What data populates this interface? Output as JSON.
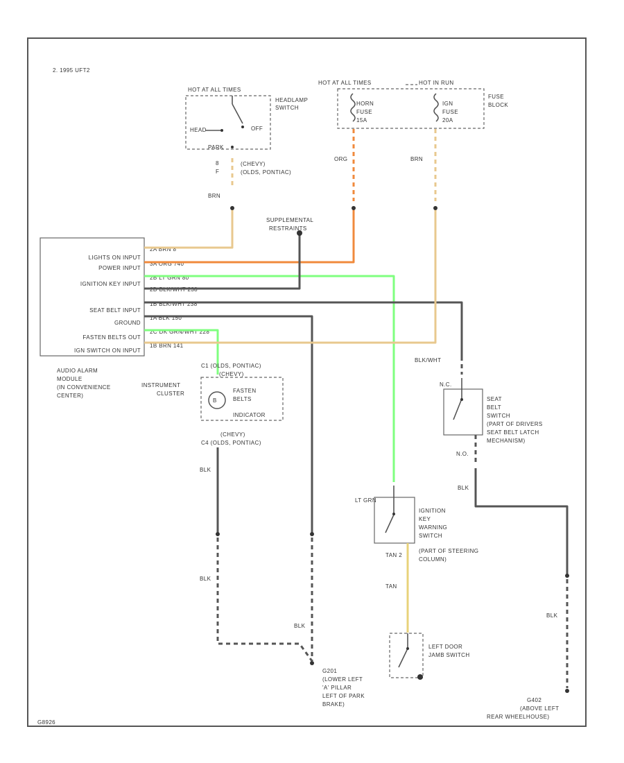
{
  "colors": {
    "border": "#555555",
    "wire_grn": "#7fff7f",
    "wire_org": "#f08a3c",
    "wire_brn": "#e8c88e",
    "wire_tan": "#e8d27a",
    "wire_blk": "#555555"
  },
  "header": {
    "code": "2. 1995 UFT2"
  },
  "headlamp_switch": {
    "hot_label": "HOT AT ALL TIMES",
    "name_line1": "HEADLAMP",
    "name_line2": "SWITCH",
    "head": "HEAD",
    "off": "OFF",
    "park": "PARK",
    "conn_line1": "(CHEVY)",
    "conn_line2": "(OLDS, PONTIAC)",
    "wire": "BRN"
  },
  "fuse_block": {
    "hot_left": "HOT AT ALL TIMES",
    "hot_right": "HOT IN RUN",
    "name_line1": "FUSE",
    "name_line2": "BLOCK",
    "horn_line1": "HORN",
    "horn_line2": "FUSE",
    "horn_line3": "15A",
    "ign_line1": "IGN",
    "ign_line2": "FUSE",
    "ign_line3": "20A",
    "wire_left": "ORG",
    "wire_right": "BRN"
  },
  "srs": {
    "line1": "SUPPLEMENTAL",
    "line2": "RESTRAINTS"
  },
  "module": {
    "inputs": [
      "LIGHTS ON INPUT",
      "POWER INPUT",
      "IGNITION KEY INPUT",
      "SEAT BELT INPUT",
      "GROUND",
      "FASTEN BELTS OUT",
      "IGN SWITCH ON INPUT"
    ],
    "pins": [
      "2A BRN 8",
      "3A ORG 740",
      "2B LT GRN 80",
      "2D BLK/WHT 238",
      "1B BLK/WHT 238",
      "1A BLK 150",
      "2C DK GRN/WHT 228",
      "1B BRN 141"
    ],
    "name_line1": "AUDIO ALARM",
    "name_line2": "MODULE",
    "name_line3": "(IN CONVENIENCE",
    "name_line4": "CENTER)"
  },
  "cluster": {
    "label_line1": "INSTRUMENT",
    "label_line2": "CLUSTER",
    "conn_top1": "C1  (OLDS, PONTIAC)",
    "conn_top2": "(CHEVY)",
    "ind_line1": "FASTEN",
    "ind_line2": "BELTS",
    "ind_line3": "INDICATOR",
    "conn_bot1": "(CHEVY)",
    "conn_bot2": "C4  (OLDS, PONTIAC)",
    "wire": "BLK"
  },
  "seat_belt_switch": {
    "wire_top": "BLK/WHT",
    "nc": "N.C.",
    "no": "N.O.",
    "line1": "SEAT",
    "line2": "BELT",
    "line3": "SWITCH",
    "line4": "(PART OF DRIVERS",
    "line5": "SEAT BELT LATCH",
    "line6": "MECHANISM)",
    "wire_bot": "BLK"
  },
  "ignition_key_switch": {
    "wire_top": "LT GRN",
    "line1": "IGNITION",
    "line2": "KEY",
    "line3": "WARNING",
    "line4": "SWITCH",
    "line5": "(PART OF STEERING",
    "line6": "COLUMN)",
    "wire_code": "TAN 2",
    "wire_bot": "TAN"
  },
  "door_switch": {
    "line1": "LEFT DOOR",
    "line2": "JAMB SWITCH"
  },
  "ground_left": {
    "wire1": "BLK",
    "wire2": "BLK",
    "line1": "G201",
    "line2": "(LOWER LEFT",
    "line3": "'A' PILLAR",
    "line4": "LEFT OF PARK",
    "line5": "BRAKE)"
  },
  "ground_right": {
    "wire": "BLK",
    "line1": "G402",
    "line2": "(ABOVE LEFT",
    "line3": "REAR WHEELHOUSE)"
  },
  "footer": {
    "code": "G8926"
  }
}
